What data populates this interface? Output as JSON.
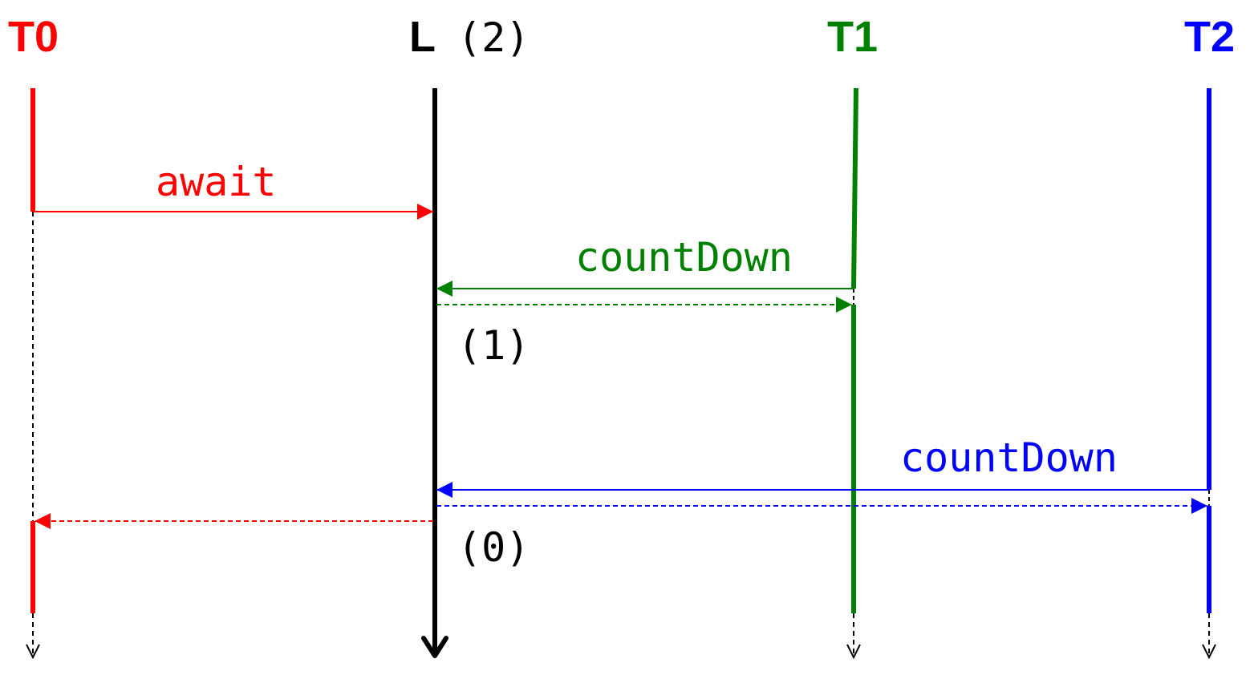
{
  "colors": {
    "t0": "#ff0000",
    "latch": "#000000",
    "t1": "#008000",
    "t2": "#0000ff"
  },
  "lanes": {
    "t0": {
      "label": "T0"
    },
    "latch": {
      "label": "L",
      "count": "(2)"
    },
    "t1": {
      "label": "T1"
    },
    "t2": {
      "label": "T2"
    }
  },
  "messages": {
    "await": {
      "label": "await"
    },
    "countdown_t1": {
      "label": "countDown"
    },
    "countdown_t2": {
      "label": "countDown"
    }
  },
  "counts": {
    "after_t1": "(1)",
    "after_t2": "(0)"
  }
}
